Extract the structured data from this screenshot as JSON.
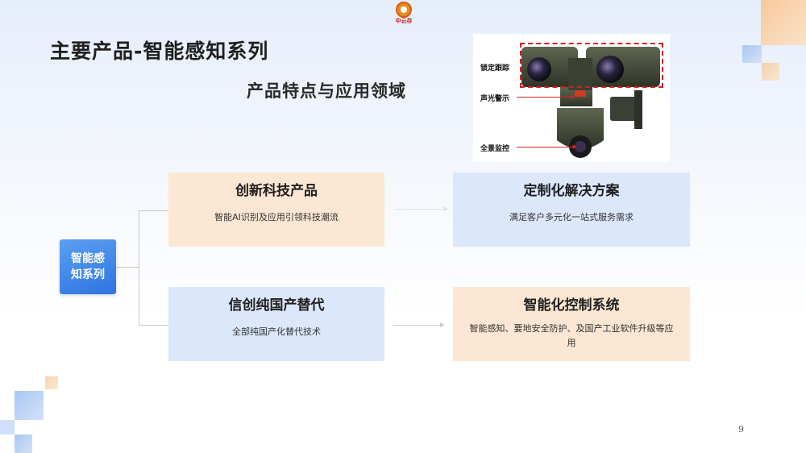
{
  "logo": {
    "text": "中云存"
  },
  "title": "主要产品-智能感知系列",
  "subtitle": "产品特点与应用领域",
  "product_image": {
    "annotations": [
      "锁定跟踪",
      "声光警示",
      "全景监控"
    ]
  },
  "hub": {
    "label": "智能感知系列"
  },
  "cards": [
    {
      "title": "创新科技产品",
      "desc": "智能AI识别及应用引领科技潮流"
    },
    {
      "title": "定制化解决方案",
      "desc": "满足客户多元化一站式服务需求"
    },
    {
      "title": "信创纯国产替代",
      "desc": "全部纯国产化替代技术"
    },
    {
      "title": "智能化控制系统",
      "desc": "智能感知、要地安全防护、及国产工业软件升级等应用"
    }
  ],
  "page_number": "9",
  "colors": {
    "accent_blue": "#2f74e0",
    "card_orange": "#fbe7d3",
    "card_blue": "#dbe7fb",
    "annotation_red": "#d42020"
  }
}
